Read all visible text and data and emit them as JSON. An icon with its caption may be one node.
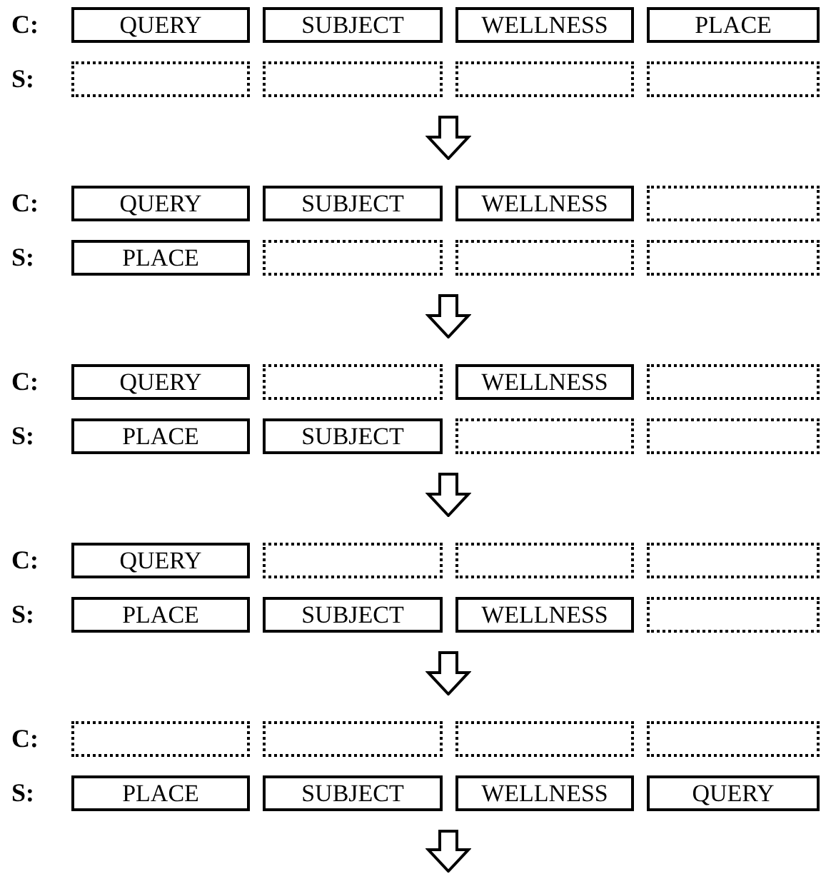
{
  "diagram": {
    "nodes": [
      {
        "text": [],
        "shape": "group"
      },
      {
        "text": [
          "QUERY"
        ],
        "in": 0
      },
      {
        "text": [
          "SUBJECT"
        ],
        "in": 0
      },
      {
        "text": [
          "WELLNESS"
        ],
        "in": 0
      },
      {
        "text": [
          "PLACE"
        ],
        "in": 0
      },
      {
        "text": [],
        "shape": "box",
        "in": 0
      },
      {
        "text": [],
        "shape": "box",
        "in": 0
      },
      {
        "text": [],
        "shape": "box",
        "in": 0
      },
      {
        "text": [],
        "shape": "box",
        "in": 0
      },
      {
        "text": [],
        "shape": "group"
      },
      {
        "text": [
          "QUERY"
        ],
        "in": 9
      },
      {
        "text": [
          "SUBJECT"
        ],
        "in": 9
      },
      {
        "text": [
          "WELLNESS"
        ],
        "in": 9
      },
      {
        "text": [],
        "shape": "box",
        "in": 9
      },
      {
        "text": [
          "PLACE"
        ],
        "in": 9
      },
      {
        "text": [],
        "shape": "box",
        "in": 9
      },
      {
        "text": [],
        "shape": "box",
        "in": 9
      },
      {
        "text": [],
        "shape": "box",
        "in": 9
      },
      {
        "text": [],
        "shape": "group"
      },
      {
        "text": [
          "QUERY"
        ],
        "in": 18
      },
      {
        "text": [],
        "shape": "box",
        "in": 18
      },
      {
        "text": [
          "WELLNESS"
        ],
        "in": 18
      },
      {
        "text": [],
        "shape": "box",
        "in": 18
      },
      {
        "text": [
          "PLACE"
        ],
        "in": 18
      },
      {
        "text": [
          "SUBJECT"
        ],
        "in": 18
      },
      {
        "text": [],
        "shape": "box",
        "in": 18
      },
      {
        "text": [],
        "shape": "box",
        "in": 18
      },
      {
        "text": [],
        "shape": "group"
      },
      {
        "text": [
          "QUERY"
        ],
        "in": 27
      },
      {
        "text": [],
        "shape": "box",
        "in": 27
      },
      {
        "text": [],
        "shape": "box",
        "in": 27
      },
      {
        "text": [],
        "shape": "box",
        "in": 27
      },
      {
        "text": [
          "PLACE"
        ],
        "in": 27
      },
      {
        "text": [
          "SUBJECT"
        ],
        "in": 27
      },
      {
        "text": [
          "WELLNESS"
        ],
        "in": 27
      },
      {
        "text": [],
        "shape": "box",
        "in": 27
      },
      {
        "text": [],
        "shape": "group"
      },
      {
        "text": [],
        "shape": "box",
        "in": 36
      },
      {
        "text": [],
        "shape": "box",
        "in": 36
      },
      {
        "text": [],
        "shape": "box",
        "in": 36
      },
      {
        "text": [],
        "shape": "box",
        "in": 36
      },
      {
        "text": [
          "PLACE"
        ],
        "in": 36
      },
      {
        "text": [
          "SUBJECT"
        ],
        "in": 36
      },
      {
        "text": [
          "WELLNESS"
        ],
        "in": 36
      },
      {
        "text": [
          "QUERY"
        ],
        "in": 36
      }
    ],
    "edges": [
      {
        "from": 0,
        "to": 9,
        "arrow": "to"
      },
      {
        "from": 9,
        "to": 18,
        "arrow": "to"
      },
      {
        "from": 18,
        "to": 27,
        "arrow": "to"
      },
      {
        "from": 27,
        "to": 36,
        "arrow": "to"
      },
      {
        "from": 36,
        "to": null,
        "arrow": "to"
      }
    ],
    "labels": [
      "C:",
      "S:",
      "C:",
      "S:",
      "C:",
      "S:",
      "C:",
      "S:",
      "C:",
      "S:"
    ]
  }
}
